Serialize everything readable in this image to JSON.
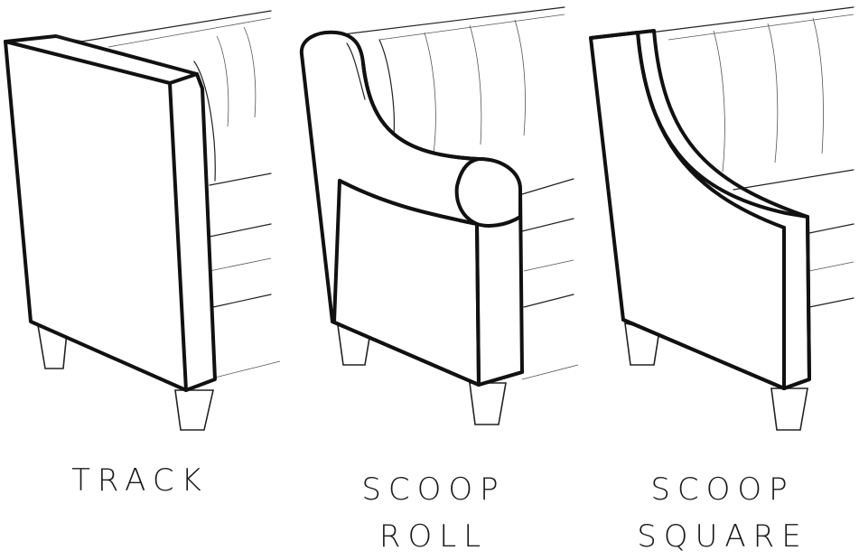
{
  "arms": [
    {
      "id": "track",
      "lines": [
        "TRACK"
      ]
    },
    {
      "id": "scoop-roll",
      "lines": [
        "SCOOP",
        "ROLL"
      ]
    },
    {
      "id": "scoop-square",
      "lines": [
        "SCOOP",
        "SQUARE"
      ]
    }
  ]
}
